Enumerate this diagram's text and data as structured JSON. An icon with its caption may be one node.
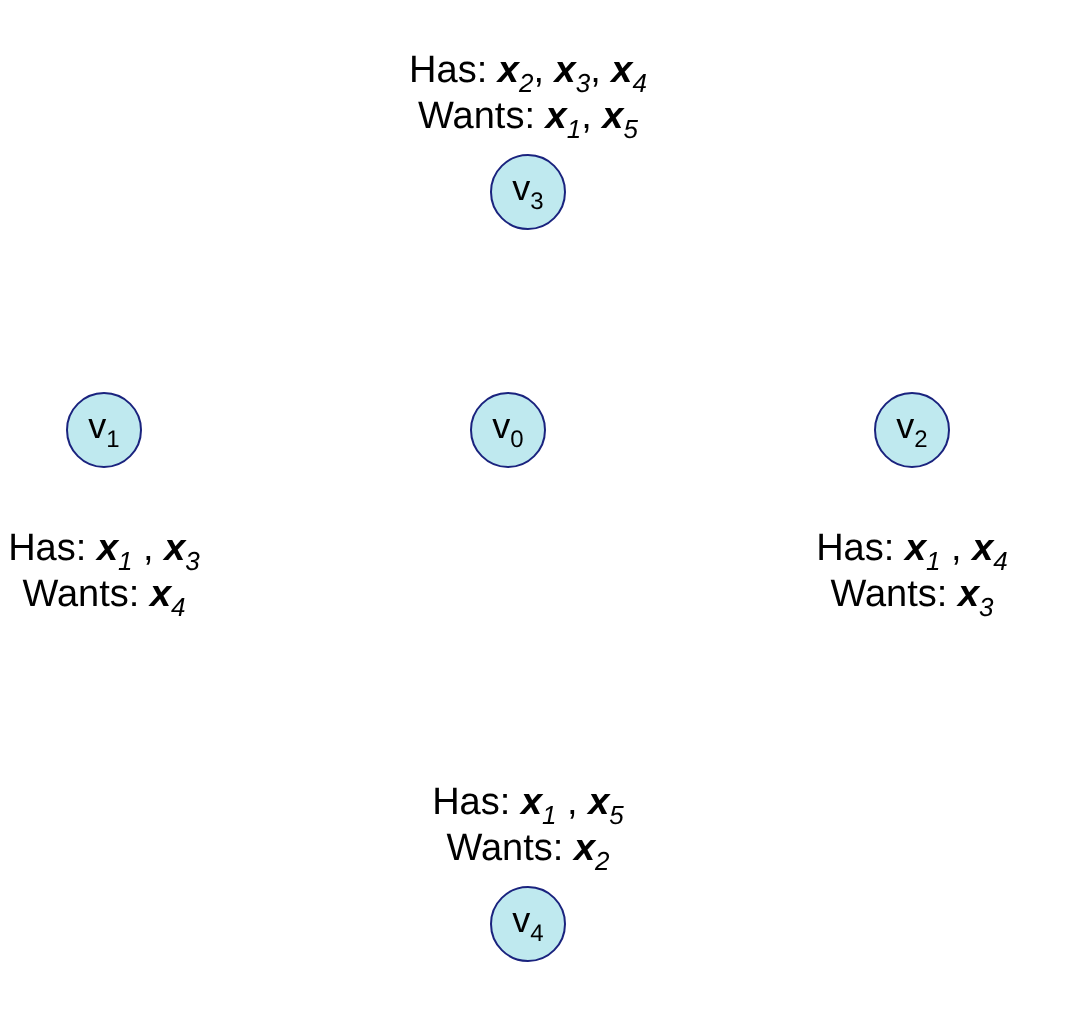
{
  "diagram": {
    "nodes": [
      {
        "text": [
          "v$_{3}$"
        ],
        "beside": [
          "Has: **x**$_{2}$, **x**$_{3}$, **x**$_{4}$",
          "Wants: **x**$_{1}$, **x**$_{5}$"
        ]
      },
      {
        "text": [
          "v$_{1}$"
        ],
        "beside": [
          "Has: **x**$_{1}$ , **x**$_{3}$",
          "Wants: **x**$_{4}$"
        ]
      },
      {
        "text": [
          "v$_{0}$"
        ]
      },
      {
        "text": [
          "v$_{2}$"
        ],
        "beside": [
          "Has: **x**$_{1}$ , **x**$_{4}$",
          "Wants: **x**$_{3}$"
        ]
      },
      {
        "text": [
          "v$_{4}$"
        ],
        "beside": [
          "Has: **x**$_{1}$ , **x**$_{5}$",
          "Wants: **x**$_{2}$"
        ]
      }
    ]
  }
}
